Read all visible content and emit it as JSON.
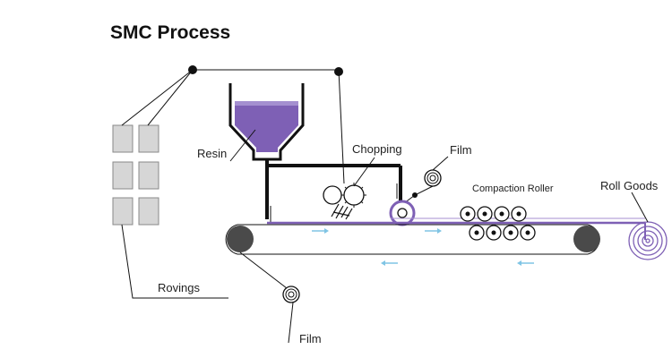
{
  "title": "SMC Process",
  "labels": {
    "resin": "Resin",
    "chopping": "Chopping",
    "film_top": "Film",
    "compaction_roller": "Compaction Roller",
    "roll_goods": "Roll Goods",
    "rovings": "Rovings",
    "film_bottom": "Film"
  },
  "colors": {
    "resin": "#7e60b5",
    "resin_light": "#a48fd0",
    "roving_box": "#d6d6d6",
    "belt_roller": "#4a4a4a",
    "arrow": "#7fc4e4",
    "line": "#111111"
  },
  "icons": {
    "resin_hopper": "hopper-icon",
    "chopper": "chopper-icon",
    "film_roll": "film-roll-icon",
    "compaction_rollers": "roller-icon",
    "roll_goods": "coil-icon"
  }
}
